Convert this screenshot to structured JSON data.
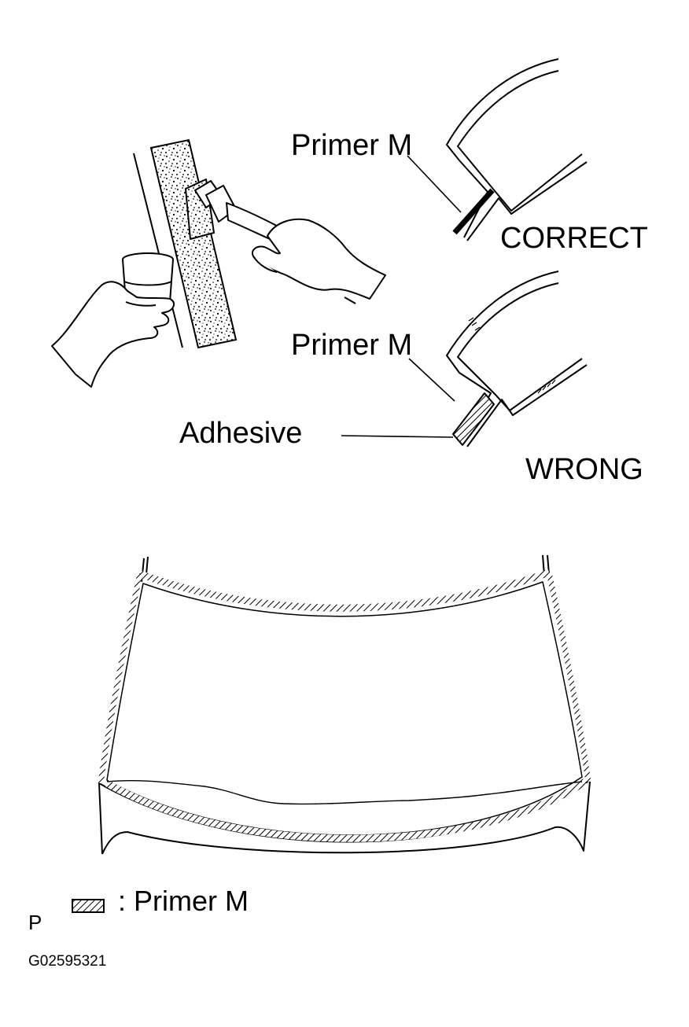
{
  "labels": {
    "primer_correct": "Primer M",
    "correct": "CORRECT",
    "primer_wrong": "Primer M",
    "adhesive": "Adhesive",
    "wrong": "WRONG"
  },
  "legend": {
    "text": ": Primer M",
    "icon": "hatched-rectangle-icon"
  },
  "footer": {
    "letter": "P",
    "code": "G02595321"
  }
}
